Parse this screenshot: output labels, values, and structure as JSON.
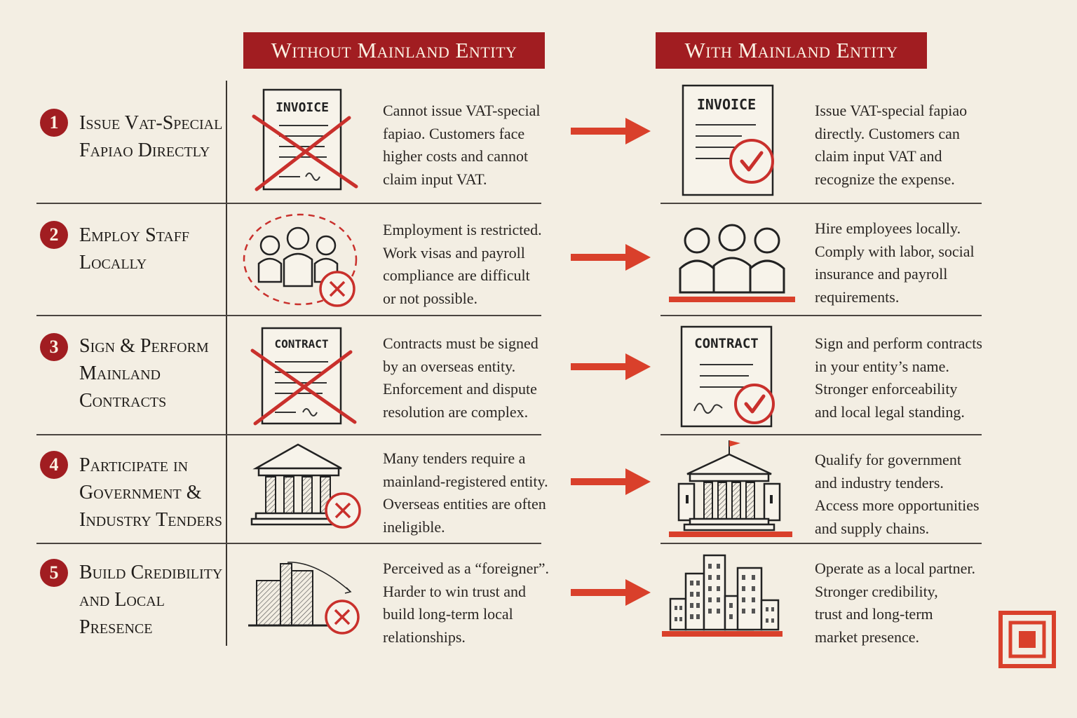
{
  "headers": {
    "without": "Without Mainland Entity",
    "with": "With Mainland Entity"
  },
  "rows": [
    {
      "number": "1",
      "title": [
        "Issue Vat-Special",
        "Fapiao Directly"
      ],
      "without_desc": [
        "Cannot issue VAT-special",
        "fapiao. Customers face",
        "higher costs and cannot",
        "claim input VAT."
      ],
      "with_desc": [
        "Issue VAT-special fapiao",
        "directly. Customers can",
        "claim input VAT and",
        "recognize the expense."
      ],
      "without_icon": "invoice-crossed-icon",
      "with_icon": "invoice-approved-icon",
      "icon_text": "INVOICE"
    },
    {
      "number": "2",
      "title": [
        "Employ Staff",
        "Locally"
      ],
      "without_desc": [
        "Employment is restricted.",
        "Work visas and payroll",
        "compliance are difficult",
        "or not possible."
      ],
      "with_desc": [
        "Hire employees locally.",
        "Comply with labor, social",
        "insurance and payroll",
        "requirements."
      ],
      "without_icon": "staff-restricted-icon",
      "with_icon": "staff-hired-icon"
    },
    {
      "number": "3",
      "title": [
        "Sign & Perform",
        "Mainland",
        "Contracts"
      ],
      "without_desc": [
        "Contracts must be signed",
        "by an overseas entity.",
        "Enforcement and dispute",
        "resolution are complex."
      ],
      "with_desc": [
        "Sign and perform contracts",
        "in your entity’s name.",
        "Stronger enforceability",
        "and local legal standing."
      ],
      "without_icon": "contract-crossed-icon",
      "with_icon": "contract-approved-icon",
      "icon_text": "CONTRACT"
    },
    {
      "number": "4",
      "title": [
        "Participate in",
        "Government &",
        "Industry Tenders"
      ],
      "without_desc": [
        "Many tenders require a",
        "mainland-registered entity.",
        "Overseas entities are often",
        "ineligible."
      ],
      "with_desc": [
        "Qualify for government",
        "and industry tenders.",
        "Access more opportunities",
        "and supply chains."
      ],
      "without_icon": "government-building-rejected-icon",
      "with_icon": "government-building-flag-icon"
    },
    {
      "number": "5",
      "title": [
        "Build Credibility",
        "and Local",
        "Presence"
      ],
      "without_desc": [
        "Perceived as a “foreigner”.",
        "Harder to win trust and",
        "build long-term local",
        "relationships."
      ],
      "with_desc": [
        "Operate as a local partner.",
        "Stronger credibility,",
        "trust and long-term",
        "market presence."
      ],
      "without_icon": "declining-buildings-icon",
      "with_icon": "city-skyline-icon"
    }
  ],
  "arrow_icon": "arrow-right-icon",
  "seal_icon": "red-seal-stamp-icon",
  "colors": {
    "accent": "#a11d21",
    "arrow": "#d9402b",
    "background": "#f3eee3",
    "ink": "#1f1c19"
  }
}
